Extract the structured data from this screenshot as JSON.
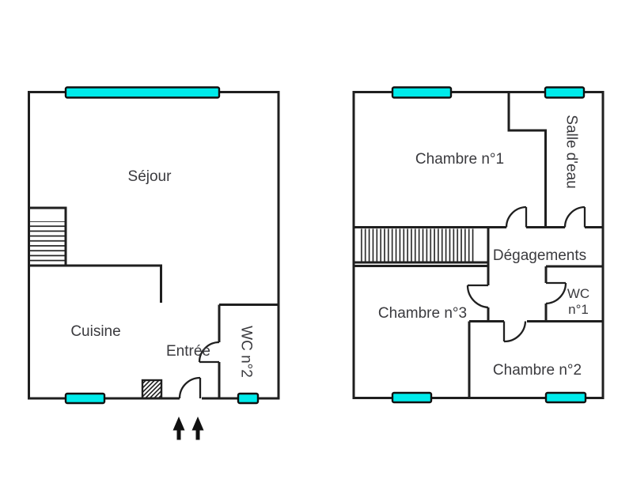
{
  "colors": {
    "wall": "#1f1f1f",
    "window_fill": "#00ebeb",
    "window_border": "#101010",
    "label": "#3a3a3e",
    "arrow": "#111111"
  },
  "ground_floor": {
    "labels": {
      "sejour": "Séjour",
      "cuisine": "Cuisine",
      "entree": "Entrée",
      "wc2": "WC n°2"
    }
  },
  "upper_floor": {
    "labels": {
      "chambre1": "Chambre n°1",
      "salle_eau": "Salle d'eau",
      "degagements": "Dégagements",
      "chambre3": "Chambre n°3",
      "wc1_line1": "WC",
      "wc1_line2": "n°1",
      "chambre2": "Chambre n°2"
    }
  }
}
